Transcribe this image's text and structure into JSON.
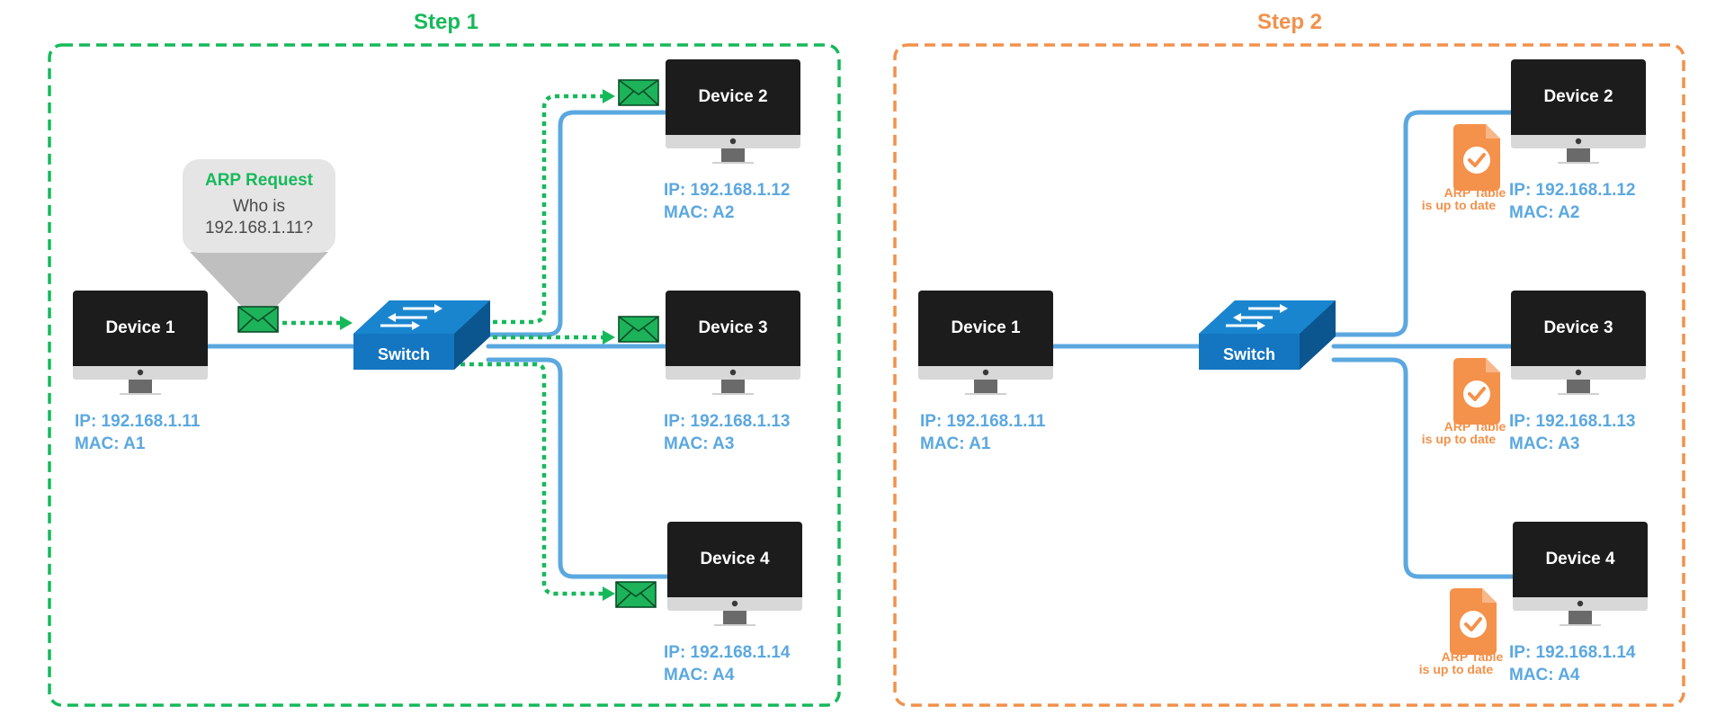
{
  "colors": {
    "step1": "#16b95a",
    "step2": "#f2914b",
    "cable": "#5ba8e0",
    "label": "#5ba8e0",
    "monitor": "#1c1c1c",
    "switch": "#1578c2",
    "envelope": "#1db35a",
    "doc": "#f4914a"
  },
  "step1": {
    "title": "Step 1",
    "bubble": {
      "title": "ARP Request",
      "line1": "Who is",
      "line2": "192.168.1.11?"
    },
    "switch_label": "Switch",
    "devices": [
      {
        "name": "Device 1",
        "ip": "IP: 192.168.1.11",
        "mac": "MAC: A1"
      },
      {
        "name": "Device 2",
        "ip": "IP: 192.168.1.12",
        "mac": "MAC: A2"
      },
      {
        "name": "Device 3",
        "ip": "IP: 192.168.1.13",
        "mac": "MAC: A3"
      },
      {
        "name": "Device 4",
        "ip": "IP: 192.168.1.14",
        "mac": "MAC: A4"
      }
    ]
  },
  "step2": {
    "title": "Step 2",
    "switch_label": "Switch",
    "arp_line1": "ARP Table",
    "arp_line2": "is up to date",
    "devices": [
      {
        "name": "Device 1",
        "ip": "IP: 192.168.1.11",
        "mac": "MAC: A1"
      },
      {
        "name": "Device 2",
        "ip": "IP: 192.168.1.12",
        "mac": "MAC: A2"
      },
      {
        "name": "Device 3",
        "ip": "IP: 192.168.1.13",
        "mac": "MAC: A3"
      },
      {
        "name": "Device 4",
        "ip": "IP: 192.168.1.14",
        "mac": "MAC: A4"
      }
    ]
  }
}
